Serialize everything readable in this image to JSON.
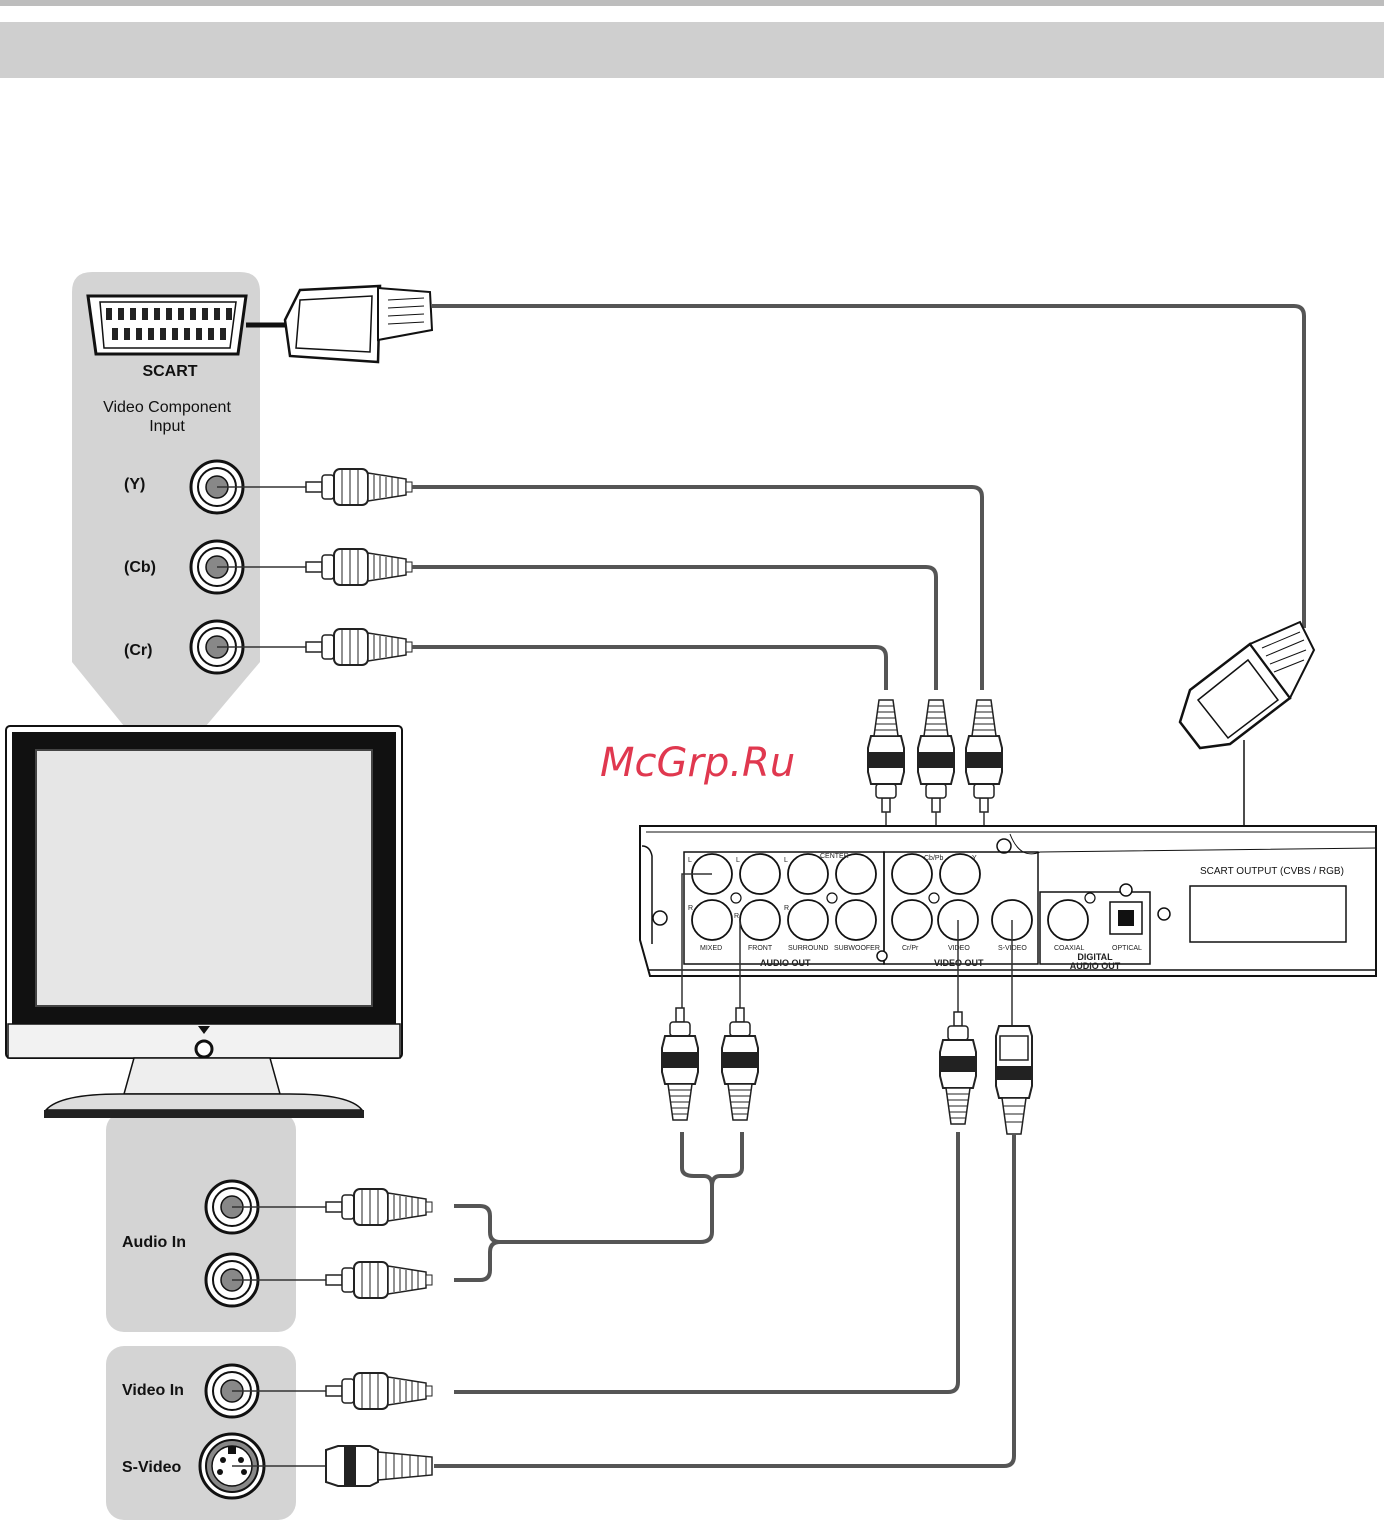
{
  "tv_panel": {
    "scart_label": "SCART",
    "component_title": "Video Component Input",
    "component_title_line1": "Video Component",
    "component_title_line2": "Input",
    "y_label": "(Y)",
    "cb_label": "(Cb)",
    "cr_label": "(Cr)"
  },
  "audio_panel": {
    "audio_in_label": "Audio In"
  },
  "video_panel": {
    "video_in_label": "Video In",
    "svideo_label": "S-Video"
  },
  "watermark": "McGrp.Ru",
  "player_panel": {
    "scart_output": "SCART OUTPUT (CVBS / RGB)",
    "audio_out": "AUDIO OUT",
    "video_out": "VIDEO OUT",
    "digital_audio_out_line1": "DIGITAL",
    "digital_audio_out_line2": "AUDIO OUT",
    "jacks": {
      "mixed": "MIXED",
      "front": "FRONT",
      "surround": "SURROUND",
      "subwoofer": "SUBWOOFER",
      "center": "CENTER",
      "crpr": "Cr/Pr",
      "cbpb": "Cb/Pb",
      "y": "Y",
      "video": "VIDEO",
      "svideo": "S-VIDEO",
      "coaxial": "COAXIAL",
      "optical": "OPTICAL",
      "l1": "L",
      "l2": "L",
      "l3": "L",
      "r1": "R",
      "r2": "R",
      "r3": "R"
    }
  },
  "colors": {
    "panel": "#d4d4d4",
    "header": "#cfcfcf",
    "cable": "#555555",
    "watermark": "#e0384f"
  }
}
